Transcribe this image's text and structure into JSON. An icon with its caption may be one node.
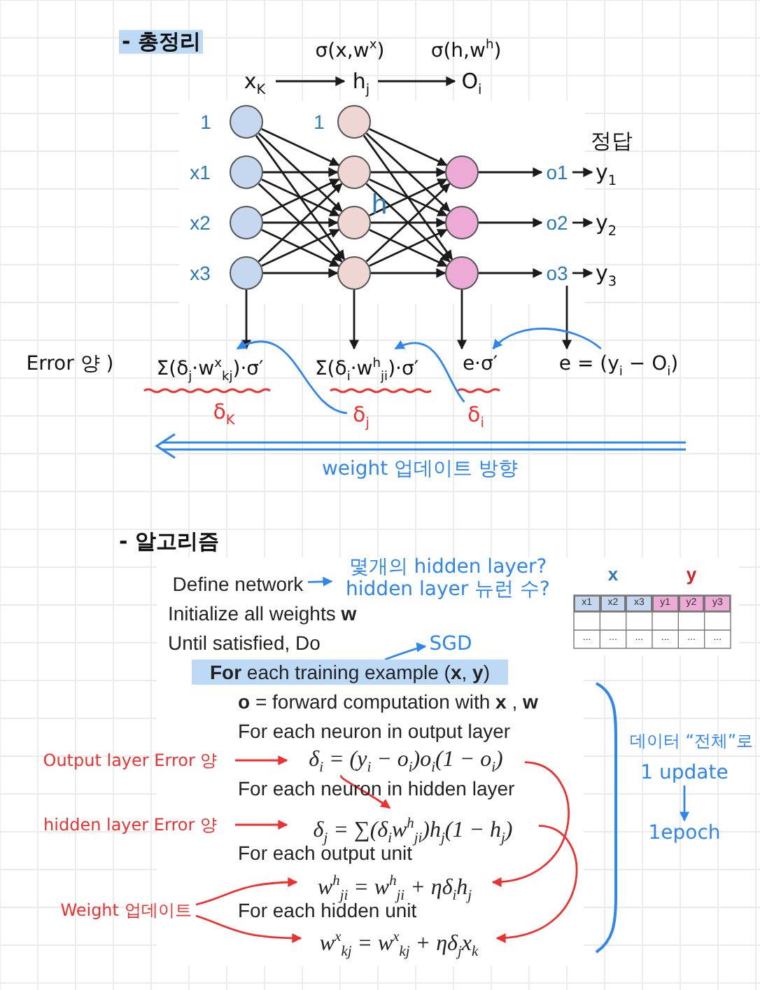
{
  "diagram": {
    "nodes": [
      {
        "text": [
          "x$_{K}$"
        ]
      },
      {
        "text": [
          "h$_{j}$"
        ]
      },
      {
        "text": [
          "O$_{i}$"
        ]
      },
      {
        "text": [],
        "shape": "circle"
      },
      {
        "text": [],
        "shape": "circle"
      },
      {
        "text": [],
        "shape": "circle"
      },
      {
        "text": [],
        "shape": "circle"
      },
      {
        "text": [],
        "shape": "circle"
      },
      {
        "text": [],
        "shape": "circle"
      },
      {
        "text": [],
        "shape": "circle"
      },
      {
        "text": [],
        "shape": "circle"
      },
      {
        "text": [],
        "shape": "circle"
      },
      {
        "text": [],
        "shape": "circle"
      },
      {
        "text": [],
        "shape": "circle"
      },
      {
        "text": [
          "o1"
        ]
      },
      {
        "text": [
          "o2"
        ]
      },
      {
        "text": [
          "o3"
        ]
      },
      {
        "text": [
          "y$_{1}$"
        ]
      },
      {
        "text": [
          "y$_{2}$"
        ]
      },
      {
        "text": [
          "y$_{3}$"
        ]
      },
      {
        "text": [
          "Σ(δ$_{j}$·w$^{x}$$_{kj}$)·σ′"
        ]
      },
      {
        "text": [
          "Σ(δ$_{i}$·w$^{h}$$_{ji}$)·σ′"
        ]
      },
      {
        "text": [
          "e·σ′"
        ]
      },
      {
        "text": [
          "e = (y$_{i}$ − O$_{i}$)"
        ]
      },
      {
        "text": [
          "δ$_{j}$"
        ]
      },
      {
        "text": [
          "δ$_{i}$"
        ]
      },
      {
        "text": [
          "Define network"
        ]
      },
      {
        "text": [
          "몇개의 hidden layer?",
          "hidden layer 뉴런 수?"
        ]
      },
      {
        "text": [
          "**For** each training example (**x**, **y**)"
        ]
      },
      {
        "text": [
          "SGD"
        ]
      },
      {
        "text": [
          "δ$_{i}$ = (y$_{i}$ − o$_{i}$)o$_{i}$(1 − o$_{i}$)"
        ]
      },
      {
        "text": [
          "δ$_{j}$ = ∑(δ$_{i}$w$^{h}$$_{ji}$)h$_{j}$(1 − h$_{j}$)"
        ]
      },
      {
        "text": [
          "w$^{h}$$_{ji}$ = w$^{h}$$_{ji}$ + ηδ$_{i}$h$_{j}$"
        ]
      },
      {
        "text": [
          "w$^{x}$$_{kj}$ = w$^{x}$$_{kj}$ + ηδ$_{j}$x$_{k}$"
        ]
      },
      {
        "text": [
          "Output layer Error 양"
        ]
      },
      {
        "text": [
          "hidden layer Error 양"
        ]
      },
      {
        "text": [
          "Weight 업데이트"
        ]
      },
      {
        "text": [
          "1 update"
        ]
      },
      {
        "text": [
          "1epoch"
        ]
      }
    ],
    "edges": [
      {
        "from": 0,
        "to": 1,
        "arrow": "to"
      },
      {
        "from": 1,
        "to": 2,
        "arrow": "to"
      },
      {
        "from": 3,
        "to": 8,
        "arrow": "to"
      },
      {
        "from": 3,
        "to": 9,
        "arrow": "to"
      },
      {
        "from": 3,
        "to": 10,
        "arrow": "to"
      },
      {
        "from": 4,
        "to": 8,
        "arrow": "to"
      },
      {
        "from": 4,
        "to": 9,
        "arrow": "to"
      },
      {
        "from": 4,
        "to": 10,
        "arrow": "to"
      },
      {
        "from": 5,
        "to": 8,
        "arrow": "to"
      },
      {
        "from": 5,
        "to": 9,
        "arrow": "to"
      },
      {
        "from": 5,
        "to": 10,
        "arrow": "to"
      },
      {
        "from": 6,
        "to": 8,
        "arrow": "to"
      },
      {
        "from": 6,
        "to": 9,
        "arrow": "to"
      },
      {
        "from": 6,
        "to": 10,
        "arrow": "to"
      },
      {
        "from": 7,
        "to": 11,
        "arrow": "to"
      },
      {
        "from": 7,
        "to": 12,
        "arrow": "to"
      },
      {
        "from": 7,
        "to": 13,
        "arrow": "to"
      },
      {
        "from": 8,
        "to": 11,
        "arrow": "to"
      },
      {
        "from": 8,
        "to": 12,
        "arrow": "to"
      },
      {
        "from": 8,
        "to": 13,
        "arrow": "to"
      },
      {
        "from": 9,
        "to": 11,
        "arrow": "to"
      },
      {
        "from": 9,
        "to": 12,
        "arrow": "to"
      },
      {
        "from": 9,
        "to": 13,
        "arrow": "to"
      },
      {
        "from": 10,
        "to": 11,
        "arrow": "to"
      },
      {
        "from": 10,
        "to": 12,
        "arrow": "to"
      },
      {
        "from": 10,
        "to": 13,
        "arrow": "to"
      },
      {
        "from": 11,
        "to": 14,
        "arrow": "to"
      },
      {
        "from": 12,
        "to": 15,
        "arrow": "to"
      },
      {
        "from": 13,
        "to": 16,
        "arrow": "to"
      },
      {
        "from": 14,
        "to": 17,
        "arrow": "to"
      },
      {
        "from": 15,
        "to": 18,
        "arrow": "to"
      },
      {
        "from": 16,
        "to": 19,
        "arrow": "to"
      },
      {
        "from": 6,
        "to": 20,
        "arrow": "to"
      },
      {
        "from": 10,
        "to": 21,
        "arrow": "to"
      },
      {
        "from": 13,
        "to": 22,
        "arrow": "to"
      },
      {
        "from": 16,
        "to": 23,
        "arrow": "to"
      },
      {
        "from": 23,
        "to": 22,
        "arrow": "to",
        "color": "#2f86ee"
      },
      {
        "from": 25,
        "to": 21,
        "arrow": "to",
        "color": "#2f86ee"
      },
      {
        "from": 24,
        "to": 20,
        "arrow": "to",
        "color": "#2f86ee"
      },
      {
        "from": 26,
        "to": 27,
        "arrow": "to",
        "color": "#2f86ee"
      },
      {
        "from": 28,
        "to": 29,
        "arrow": "to",
        "color": "#2f86ee"
      },
      {
        "from": 34,
        "to": 30,
        "arrow": "to",
        "color": "#ee3030"
      },
      {
        "from": 35,
        "to": 31,
        "arrow": "to",
        "color": "#ee3030"
      },
      {
        "from": 30,
        "to": 31,
        "arrow": "to",
        "color": "#ee3030"
      },
      {
        "from": 30,
        "to": 32,
        "arrow": "to",
        "color": "#ee3030"
      },
      {
        "from": 31,
        "to": 33,
        "arrow": "to",
        "color": "#ee3030"
      },
      {
        "from": 36,
        "to": 32,
        "arrow": "to",
        "color": "#ee3030"
      },
      {
        "from": 36,
        "to": 33,
        "arrow": "to",
        "color": "#ee3030"
      },
      {
        "from": 37,
        "to": 38,
        "arrow": "to",
        "color": "#2f86ee"
      }
    ],
    "labels": [
      "- 총정리",
      "σ(x,w$^{x}$)",
      "σ(h,w$^{h}$)",
      "1",
      "x1",
      "x2",
      "x3",
      "1",
      "h",
      "정답",
      "Error 양 )",
      "δ$_{K}$",
      "weight 업데이트 방향",
      "- 알고리즘",
      "Initialize all weights **w**",
      "Until satisfied, Do",
      "**o** = forward computation with **x** , **w**",
      "For each neuron in output layer",
      "For each neuron in hidden layer",
      "For each output unit",
      "For each hidden unit",
      "x",
      "y",
      "x1",
      "x2",
      "x3",
      "y1",
      "y2",
      "y3",
      "...",
      "...",
      "...",
      "...",
      "...",
      "...",
      "데이터 “전체”로"
    ]
  }
}
